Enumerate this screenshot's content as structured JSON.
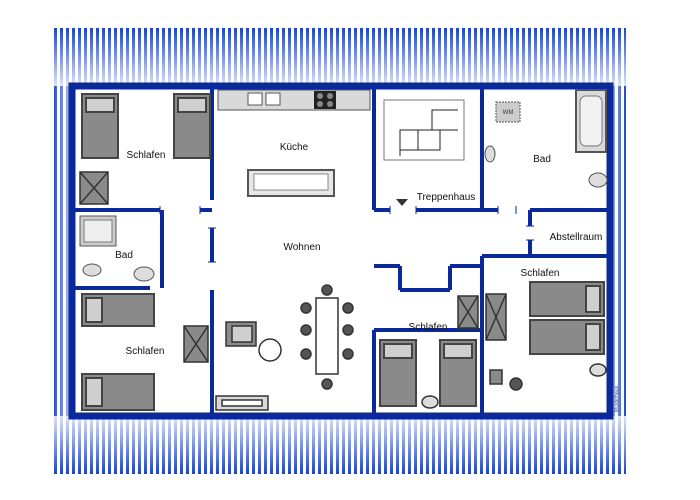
{
  "rooms": {
    "schlafen_nw": "Schlafen",
    "bad_w": "Bad",
    "schlafen_sw": "Schlafen",
    "kueche": "Küche",
    "wohnen": "Wohnen",
    "treppenhaus": "Treppenhaus",
    "bad_e": "Bad",
    "abstellraum": "Abstellraum",
    "schlafen_e": "Schlafen",
    "schlafen_s": "Schlafen"
  },
  "fixtures": {
    "washer": "WM"
  },
  "credit": "Musterhaus",
  "colors": {
    "wall": "#0a2a9c",
    "stripe": "#1f45c8",
    "furniture": "#8a8a8a",
    "furniture_dark": "#555555"
  }
}
